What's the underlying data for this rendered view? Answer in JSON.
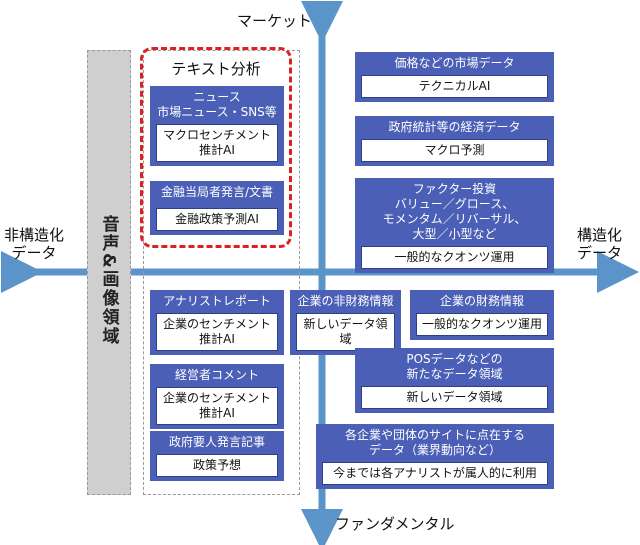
{
  "axes": {
    "top": "マーケット",
    "bottom": "ファンダメンタル",
    "left": "非構造化\nデータ",
    "right": "構造化\nデータ"
  },
  "audio_column": "音声&画像領域",
  "text_analysis": {
    "title": "テキスト分析",
    "groups": [
      {
        "title": "ニュース\n市場ニュース・SNS等",
        "items": [
          "マクロセンチメント\n推計AI"
        ]
      },
      {
        "title": "金融当局者発言/文書",
        "items": [
          "金融政策予測AI"
        ]
      }
    ]
  },
  "left_lower_groups": [
    {
      "title": "アナリストレポート",
      "items": [
        "企業のセンチメント\n推計AI"
      ]
    },
    {
      "title": "経営者コメント",
      "items": [
        "企業のセンチメント\n推計AI"
      ]
    },
    {
      "title": "政府要人発言記事",
      "items": [
        "政策予想"
      ]
    }
  ],
  "right_upper_groups": [
    {
      "title": "価格などの市場データ",
      "items": [
        "テクニカルAI"
      ]
    },
    {
      "title": "政府統計等の経済データ",
      "items": [
        "マクロ予測"
      ]
    },
    {
      "title": "ファクター投資\nバリュー／グロース、\nモメンタム／リバーサル、\n大型／小型など",
      "items": [
        "一般的なクオンツ運用"
      ]
    }
  ],
  "right_lower_groups": [
    {
      "title": "企業の非財務情報",
      "items": [
        "新しいデータ領域"
      ]
    },
    {
      "title": "企業の財務情報",
      "items": [
        "一般的なクオンツ運用"
      ]
    },
    {
      "title": "POSデータなどの\n新たなデータ領域",
      "items": [
        "新しいデータ領域"
      ]
    },
    {
      "title": "各企業や団体のサイトに点在する\nデータ（業界動向など）",
      "items": [
        "今までは各アナリストが属人的に利用"
      ]
    }
  ],
  "colors": {
    "box": "#4a5fb5",
    "axis": "#5b94c9",
    "highlight": "#e02020",
    "audio_bg": "#cfcfcf"
  }
}
